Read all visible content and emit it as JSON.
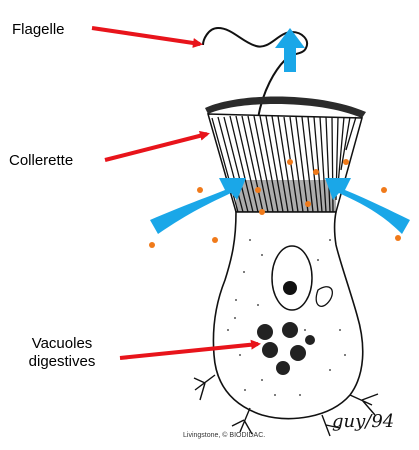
{
  "labels": {
    "flagelle": "Flagelle",
    "collerette": "Collerette",
    "vacuoles_line1": "Vacuoles",
    "vacuoles_line2": "digestives"
  },
  "credit": "Livingstone, © BIODIDAC.",
  "signature": "guy/94",
  "colors": {
    "pointer_arrow": "#e8141b",
    "water_flow": "#1aa7e8",
    "food_particle": "#f07a1a",
    "ink": "#111111"
  }
}
